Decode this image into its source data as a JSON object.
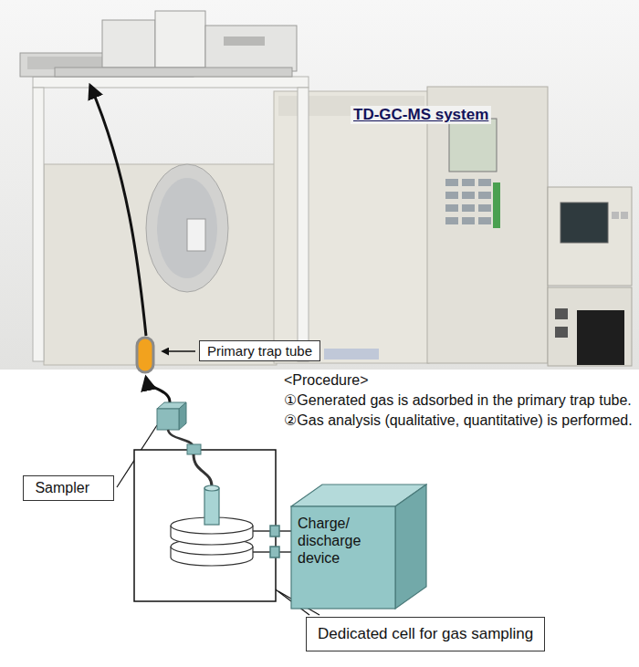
{
  "diagram": {
    "title": "TD-GC-MS system",
    "nodes": [
      {
        "text": [
          "Primary trap tube"
        ]
      },
      {
        "text": [
          "Sampler"
        ]
      },
      {
        "text": [
          "Charge/ discharge device"
        ]
      },
      {
        "text": [
          "Dedicated cell for gas sampling"
        ]
      }
    ],
    "labels": [
      "<Procedure>",
      "①Generated gas is adsorbed in the primary trap tube.",
      "②Gas analysis (qualitative, quantitative) is performed."
    ]
  }
}
